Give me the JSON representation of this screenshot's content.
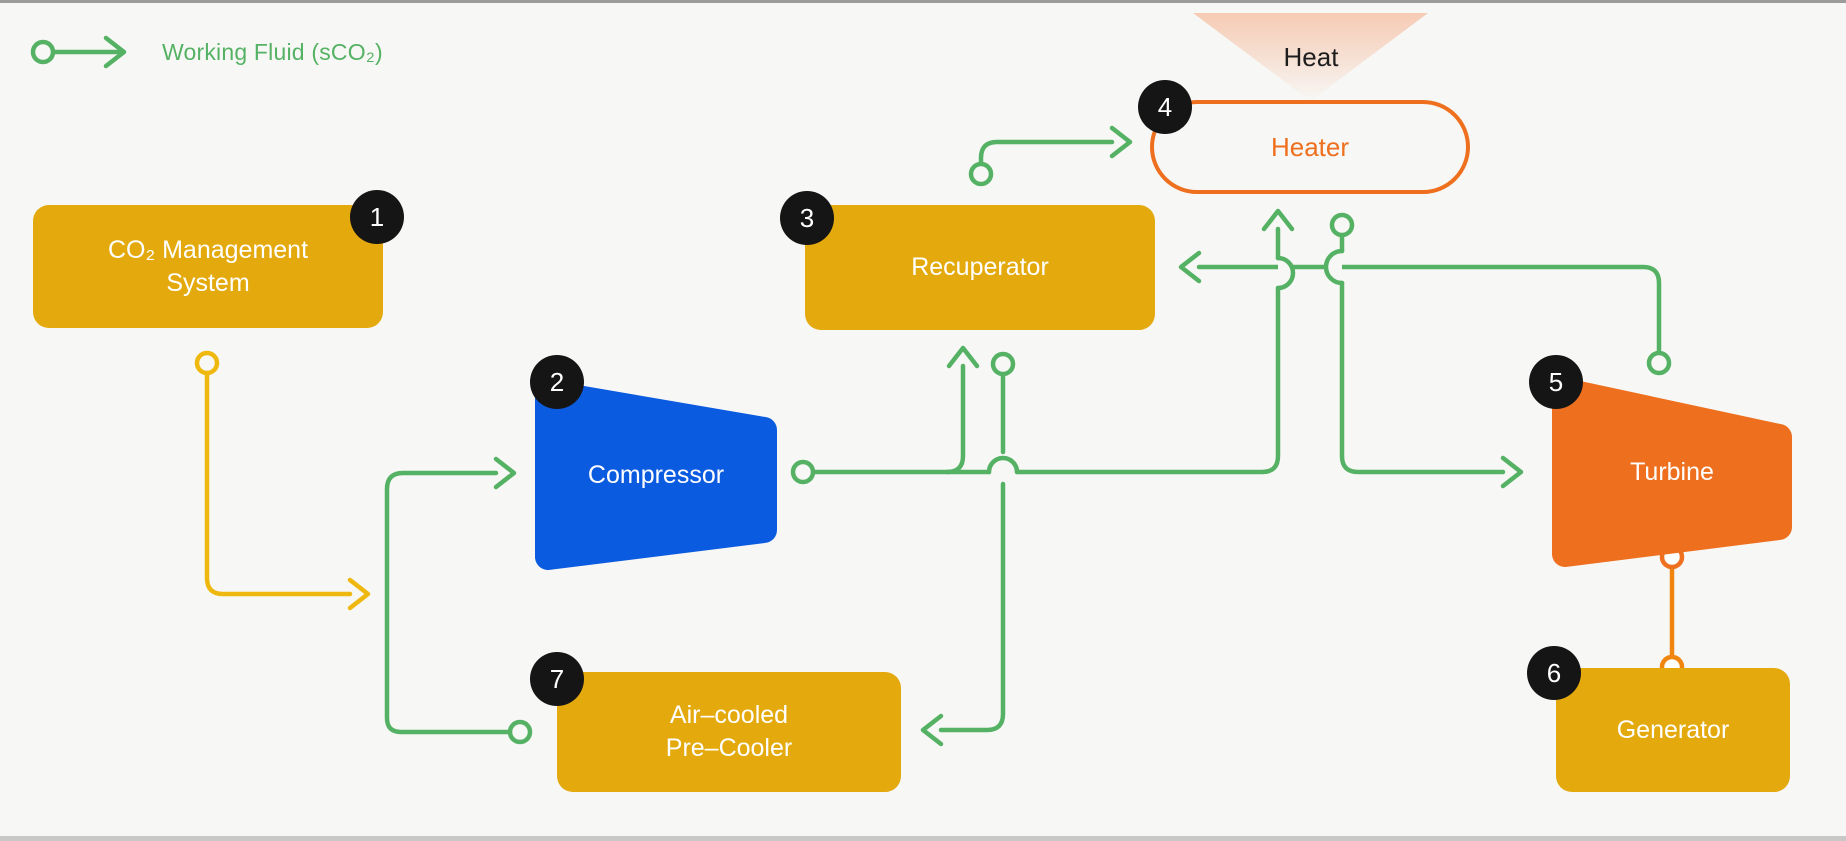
{
  "legend": {
    "label": "Working Fluid (sCO₂)"
  },
  "heat": {
    "label": "Heat"
  },
  "nodes": {
    "co2": {
      "num": "1",
      "line1": "CO₂ Management",
      "line2": "System"
    },
    "compressor": {
      "num": "2",
      "line1": "Compressor"
    },
    "recuperator": {
      "num": "3",
      "line1": "Recuperator"
    },
    "heater": {
      "num": "4",
      "line1": "Heater"
    },
    "turbine": {
      "num": "5",
      "line1": "Turbine"
    },
    "generator": {
      "num": "6",
      "line1": "Generator"
    },
    "precooler": {
      "num": "7",
      "line1": "Air–cooled",
      "line2": "Pre–Cooler"
    }
  },
  "colors": {
    "working_fluid_green": "#55b264",
    "component_gold": "#e3a90d",
    "compressor_blue": "#0b5be0",
    "hot_orange": "#ee6f1e",
    "shaft_orange": "#f0860e",
    "co2_makeup_yellow": "#eeb80e",
    "badge_black": "#151515",
    "background": "#f7f7f5",
    "heat_peach": "#f6c9ae"
  }
}
